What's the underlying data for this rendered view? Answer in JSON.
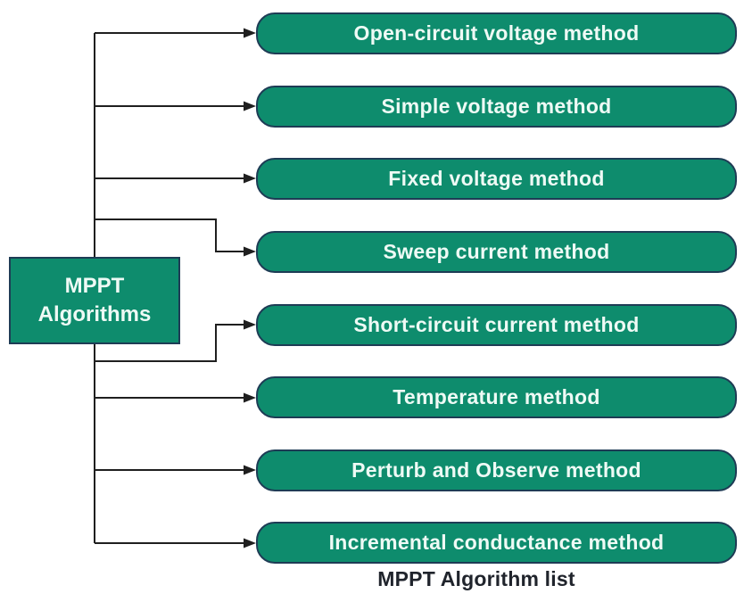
{
  "diagram": {
    "root": {
      "label": "MPPT\nAlgorithms"
    },
    "methods": [
      {
        "label": "Open-circuit voltage method"
      },
      {
        "label": "Simple voltage method"
      },
      {
        "label": "Fixed voltage method"
      },
      {
        "label": "Sweep current method"
      },
      {
        "label": "Short-circuit current method"
      },
      {
        "label": "Temperature method"
      },
      {
        "label": "Perturb and Observe method"
      },
      {
        "label": "Incremental conductance method"
      }
    ],
    "caption": "MPPT Algorithm list",
    "colors": {
      "background": "#ffffff",
      "node_fill": "#0e8c6d",
      "node_border": "#1e3c55",
      "node_text": "#eefaf5",
      "connector": "#1f1f1f",
      "caption_text": "#20242c"
    }
  }
}
